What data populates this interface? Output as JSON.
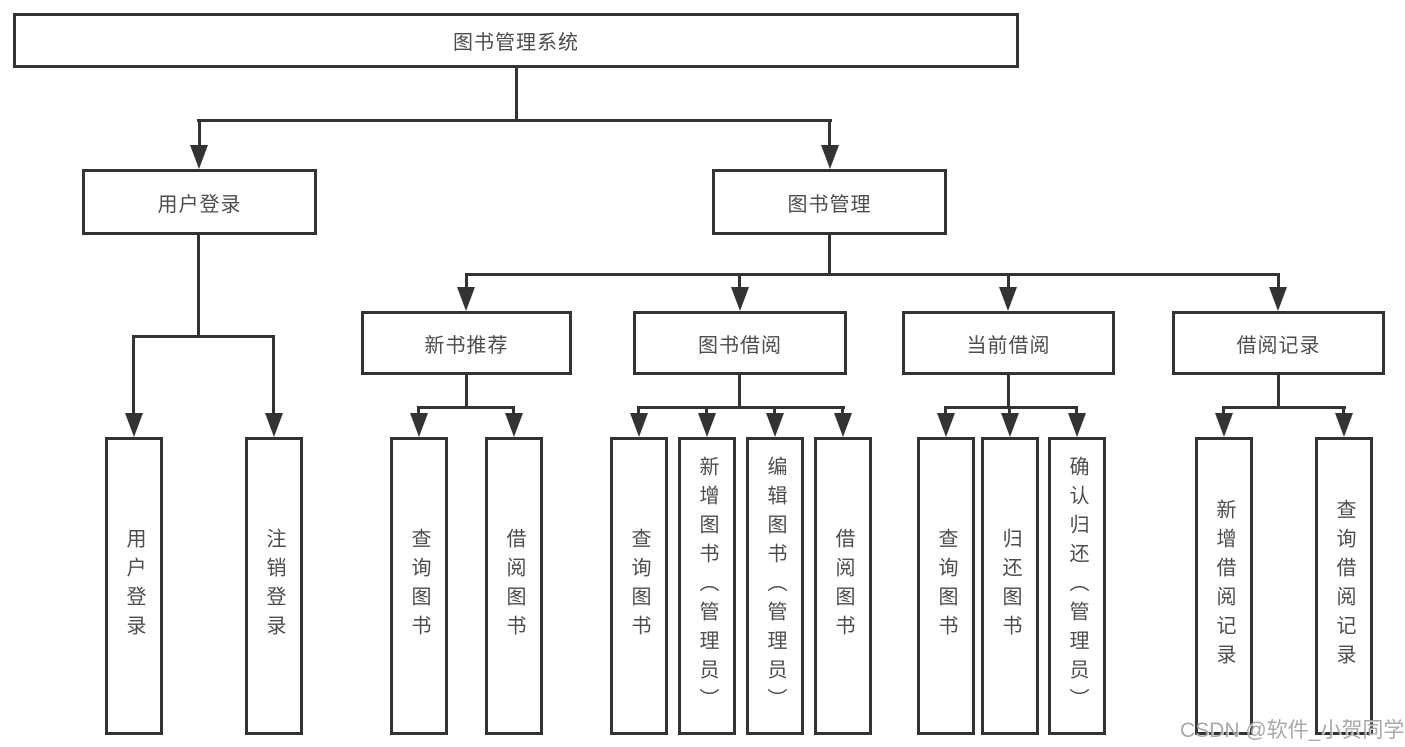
{
  "colors": {
    "line": "#333333",
    "text": "#4d4d4d",
    "background": "#ffffff",
    "watermark": "#9e9e9e"
  },
  "diagram": {
    "root": "图书管理系统",
    "branches": {
      "user_login": {
        "label": "用户登录",
        "children": [
          "用户登录",
          "注销登录"
        ]
      },
      "book_mgmt": {
        "label": "图书管理",
        "sections": [
          {
            "label": "新书推荐",
            "children": [
              "查询图书",
              "借阅图书"
            ]
          },
          {
            "label": "图书借阅",
            "children": [
              "查询图书",
              "新增图书（管理员）",
              "编辑图书（管理员）",
              "借阅图书"
            ]
          },
          {
            "label": "当前借阅",
            "children": [
              "查询图书",
              "归还图书",
              "确认归还（管理员）"
            ]
          },
          {
            "label": "借阅记录",
            "children": [
              "新增借阅记录",
              "查询借阅记录"
            ]
          }
        ]
      }
    }
  },
  "watermark": {
    "text": "CSDN @软件_小贺同学"
  }
}
